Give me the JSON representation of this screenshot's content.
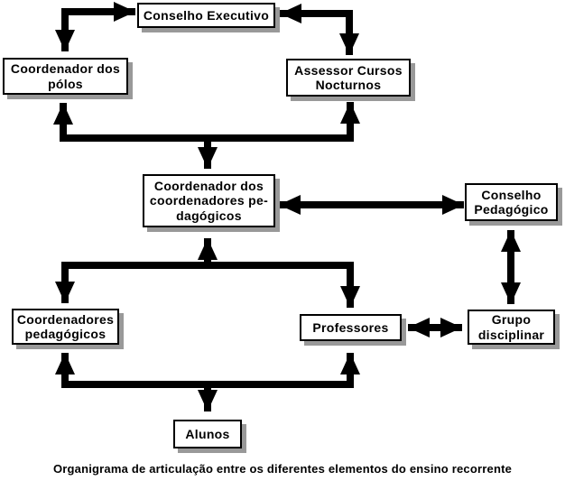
{
  "diagram": {
    "title": "Organigrama de articulação entre os diferentes elementos do ensino recorrente",
    "nodes": {
      "conselho_executivo": {
        "label": "Conselho Executivo"
      },
      "coordenador_polos": {
        "label": "Coordenador dos\npólos"
      },
      "assessor_cursos": {
        "label": "Assessor Cursos\nNocturnos"
      },
      "coordenador_coordenadores": {
        "label": "Coordenador dos\ncoordenadores pe-\ndagógicos"
      },
      "conselho_pedagogico": {
        "label": "Conselho\nPedagógico"
      },
      "coordenadores_pedagogicos": {
        "label": "Coordenadores\npedagógicos"
      },
      "professores": {
        "label": "Professores"
      },
      "grupo_disciplinar": {
        "label": "Grupo\ndisciplinar"
      },
      "alunos": {
        "label": "Alunos"
      }
    },
    "edges": [
      {
        "id": "executivo-polos",
        "between": [
          "conselho_executivo",
          "coordenador_polos"
        ],
        "bidirectional": true,
        "shape": "elbow"
      },
      {
        "id": "executivo-assessor",
        "between": [
          "conselho_executivo",
          "assessor_cursos"
        ],
        "bidirectional": true,
        "shape": "elbow"
      },
      {
        "id": "tier2-branch",
        "up_arrows_to": [
          "coordenador_polos",
          "assessor_cursos"
        ],
        "down_arrow_to": "coordenador_coordenadores",
        "shape": "branch"
      },
      {
        "id": "coordenadores-pedagogico",
        "between": [
          "coordenador_coordenadores",
          "conselho_pedagogico"
        ],
        "bidirectional": true,
        "shape": "straight"
      },
      {
        "id": "pedagogico-grupo",
        "between": [
          "conselho_pedagogico",
          "grupo_disciplinar"
        ],
        "bidirectional": true,
        "shape": "straight"
      },
      {
        "id": "tier3-branch",
        "up_arrow_to": "coordenador_coordenadores",
        "down_arrows_to": [
          "coordenadores_pedagogicos",
          "professores"
        ],
        "shape": "branch"
      },
      {
        "id": "professores-grupo",
        "between": [
          "professores",
          "grupo_disciplinar"
        ],
        "bidirectional": true,
        "shape": "straight"
      },
      {
        "id": "tier4-branch",
        "up_arrows_to": [
          "coordenadores_pedagogicos",
          "professores"
        ],
        "down_arrow_to": "alunos",
        "shape": "branch"
      }
    ],
    "colors": {
      "line": "#000000",
      "box_border": "#000000",
      "box_background": "#ffffff",
      "box_shadow": "#999999",
      "background": "#ffffff",
      "text": "#000000"
    }
  }
}
